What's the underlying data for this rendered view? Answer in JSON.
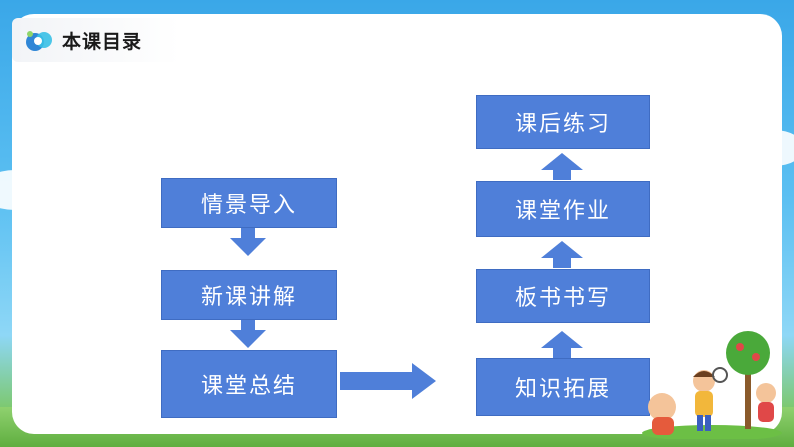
{
  "header": {
    "title": "本课目录"
  },
  "flow": {
    "left": [
      "情景导入",
      "新课讲解",
      "课堂总结"
    ],
    "right": [
      "知识拓展",
      "板书书写",
      "课堂作业",
      "课后练习"
    ]
  },
  "colors": {
    "box_fill": "#4f7fd9",
    "arrow_fill": "#4f7fd9",
    "text": "#ffffff"
  },
  "icons": [
    "logo-icon"
  ]
}
